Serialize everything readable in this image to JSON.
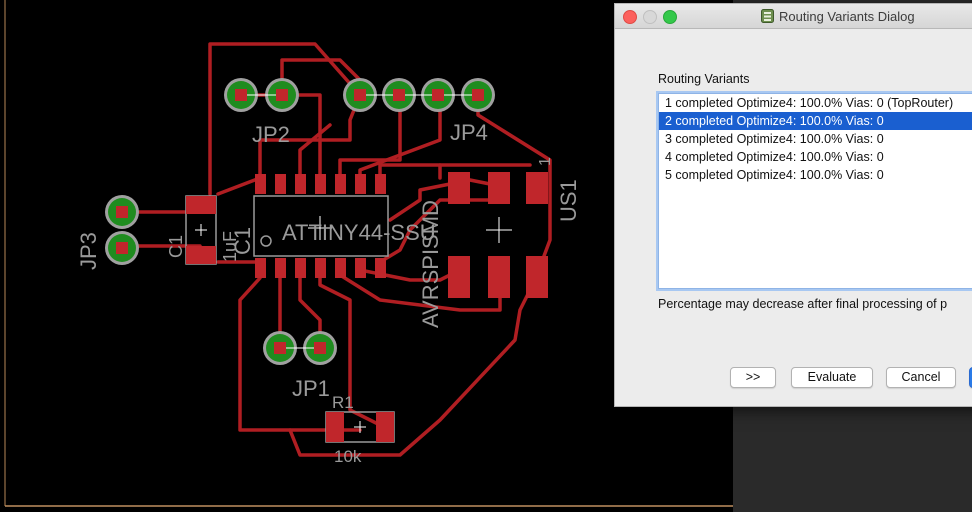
{
  "pcb": {
    "labels": {
      "jp2": "JP2",
      "jp4": "JP4",
      "jp3": "JP3",
      "jp1": "JP1",
      "c1": "C1",
      "c1_ref": "C1",
      "c1_value": "1uF",
      "chip": "ATTINY44-SSU",
      "avr": "AVRSPISMD",
      "us1": "US1",
      "pin1": "1",
      "r1": "R1",
      "r1_value": "10k"
    },
    "colors": {
      "background": "#000000",
      "trace": "#b01e22",
      "pad_green": "#1f8c1f",
      "silkscreen": "#9a9a9a",
      "pad_red": "#c0262b"
    }
  },
  "dialog": {
    "title": "Routing Variants Dialog",
    "icon": "eagle-app-icon",
    "section_label": "Routing Variants",
    "variants": [
      {
        "text": "1 completed Optimize4:  100.0%  Vias: 0 (TopRouter)",
        "selected": false
      },
      {
        "text": "2 completed Optimize4:  100.0%  Vias: 0",
        "selected": true
      },
      {
        "text": "3 completed Optimize4:  100.0%  Vias: 0",
        "selected": false
      },
      {
        "text": "4 completed Optimize4:  100.0%  Vias: 0",
        "selected": false
      },
      {
        "text": "5 completed Optimize4:  100.0%  Vias: 0",
        "selected": false
      }
    ],
    "note": "Percentage may decrease after final processing of p",
    "buttons": {
      "more": ">>",
      "evaluate": "Evaluate",
      "cancel": "Cancel",
      "ok": ""
    },
    "colors": {
      "selection": "#1a5fd0",
      "close": "#fc605c",
      "minimize": "#d8d8d8",
      "maximize": "#34c84a"
    }
  }
}
